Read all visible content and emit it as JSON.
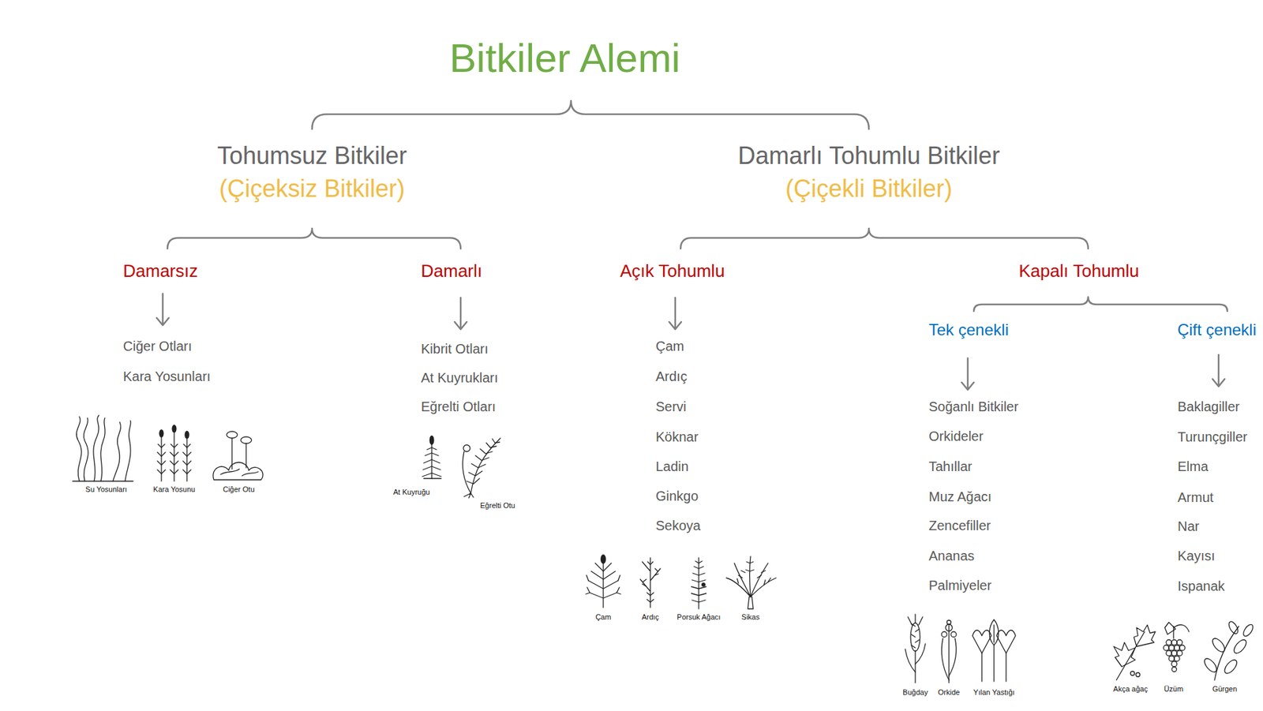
{
  "diagram": {
    "title": "Bitkiler Alemi",
    "labels": [
      "Tohumsuz Bitkiler",
      "(Çiçeksiz Bitkiler)",
      "Damarlı Tohumlu Bitkiler",
      "(Çiçekli Bitkiler)",
      "Damarsız",
      "Damarlı",
      "Açık Tohumlu",
      "Kapalı Tohumlu",
      "Tek çenekli",
      "Çift çenekli",
      "Ciğer Otları",
      "Kara Yosunları",
      "Kibrit Otları",
      "At Kuyrukları",
      "Eğrelti Otları",
      "Çam",
      "Ardıç",
      "Servi",
      "Köknar",
      "Ladin",
      "Ginkgo",
      "Sekoya",
      "Soğanlı Bitkiler",
      "Orkideler",
      "Tahıllar",
      "Muz Ağacı",
      "Zencefiller",
      "Ananas",
      "Palmiyeler",
      "Baklagiller",
      "Turunçgiller",
      "Elma",
      "Armut",
      "Nar",
      "Kayısı",
      "Ispanak",
      "Su Yosunları",
      "Kara Yosunu",
      "Ciğer Otu",
      "At Kuyruğu",
      "Eğrelti Otu",
      "Çam",
      "Ardıç",
      "Porsuk Ağacı",
      "Sikas",
      "Buğday",
      "Orkide",
      "Yılan Yastığı",
      "Akça ağaç",
      "Üzüm",
      "Gürgen"
    ]
  }
}
